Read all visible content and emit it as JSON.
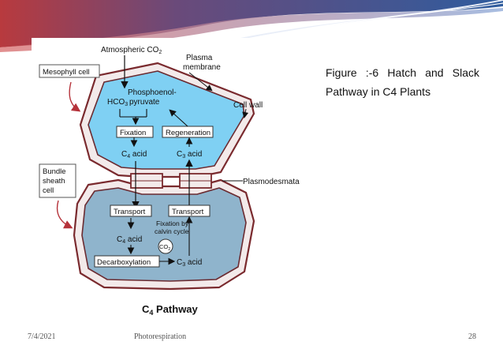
{
  "slide": {
    "caption_line1": "Figure :-6 Hatch and Slack",
    "caption_line2": "Pathway in C4 Plants",
    "footer_date": "7/4/2021",
    "footer_title": "Photorespiration",
    "page_number": "28"
  },
  "diagram": {
    "atmospheric_co2": "Atmospheric CO",
    "atmospheric_co2_sub": "2",
    "mesophyll_cell": "Mesophyll cell",
    "plasma_membrane_l1": "Plasma",
    "plasma_membrane_l2": "membrane",
    "cell_wall": "Cell wall",
    "hco3": "HCO",
    "hco3_sub": "3",
    "pep_l1": "Phosphoenol-",
    "pep_l2": "pyruvate",
    "fixation": "Fixation",
    "regeneration": "Regeneration",
    "c4_acid_top_pre": "C",
    "c4_acid_top_sub": "4",
    "c4_acid_top_post": " acid",
    "c3_acid_top_pre": "C",
    "c3_acid_top_sub": "3",
    "c3_acid_top_post": " acid",
    "bundle_l1": "Bundle",
    "bundle_l2": "sheath",
    "bundle_l3": "cell",
    "plasmodesmata": "Plasmodesmata",
    "transport_left": "Transport",
    "transport_right": "Transport",
    "fixation_by_l1": "Fixation by",
    "fixation_by_l2": "calvin cycle",
    "c4_acid_bottom_pre": "C",
    "c4_acid_bottom_sub": "4",
    "c4_acid_bottom_post": " acid",
    "co2_circle": "CO",
    "co2_circle_sub": "2",
    "decarboxylation": "Decarboxylation",
    "c3_acid_bottom_pre": "C",
    "c3_acid_bottom_sub": "3",
    "c3_acid_bottom_post": " acid",
    "pathway_pre": "C",
    "pathway_sub": "4",
    "pathway_post": " Pathway"
  },
  "colors": {
    "mesophyll_fill": "#7fd0f3",
    "bundle_fill": "#8fb4cc",
    "wall": "#7a2a2e",
    "header_blue": "#3a5f9c",
    "header_red": "#c0393a"
  }
}
